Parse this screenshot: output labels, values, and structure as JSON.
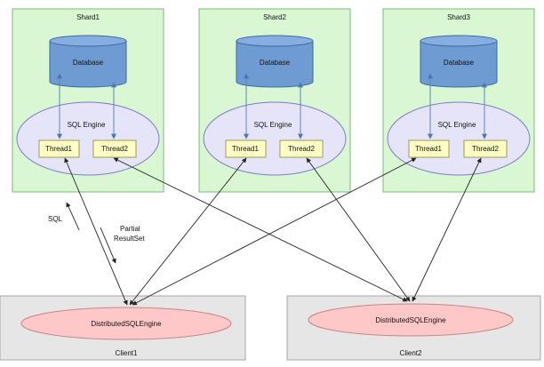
{
  "shards": [
    {
      "title": "Shard1",
      "database": "Database",
      "engine": "SQL Engine",
      "threads": [
        "Thread1",
        "Thread2"
      ]
    },
    {
      "title": "Shard2",
      "database": "Database",
      "engine": "SQL Engine",
      "threads": [
        "Thread1",
        "Thread2"
      ]
    },
    {
      "title": "Shard3",
      "database": "Database",
      "engine": "SQL Engine",
      "threads": [
        "Thread1",
        "Thread2"
      ]
    }
  ],
  "clients": [
    {
      "title": "Client1",
      "engine": "DistributedSQLEngine"
    },
    {
      "title": "Client2",
      "engine": "DistributedSQLEngine"
    }
  ],
  "annotations": {
    "sql": "SQL",
    "partial_line1": "Partial",
    "partial_line2": "ResultSet"
  }
}
